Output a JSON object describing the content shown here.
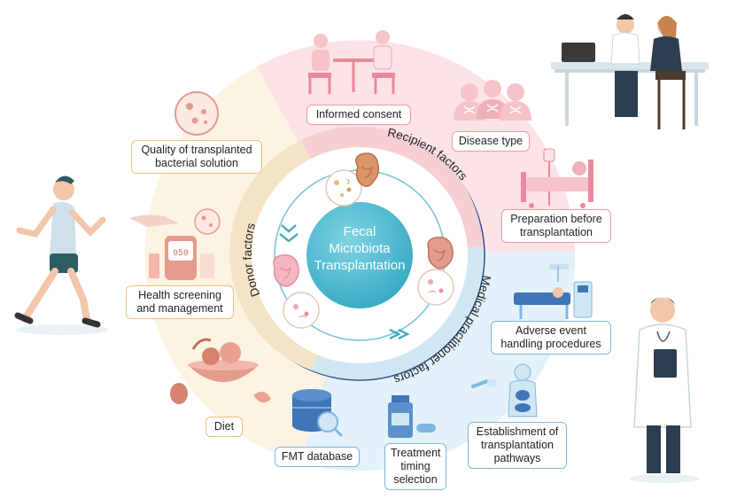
{
  "center": {
    "line1": "Fecal",
    "line2": "Microbiota",
    "line3": "Transplantation"
  },
  "ring_labels": {
    "donor": "Donor factors",
    "recipient": "Recipient factors",
    "practitioner": "Medical practitioner factors"
  },
  "labels": {
    "informed_consent": "Informed consent",
    "disease_type": "Disease type",
    "prep_line1": "Preparation before",
    "prep_line2": "transplantation",
    "quality_line1": "Quality of transplanted",
    "quality_line2": "bacterial solution",
    "health_line1": "Health screening",
    "health_line2": "and management",
    "diet": "Diet",
    "adverse_line1": "Adverse event",
    "adverse_line2": "handling procedures",
    "establish_line1": "Establishment of",
    "establish_line2": "transplantation",
    "establish_line3": "pathways",
    "fmt_database": "FMT database",
    "timing_line1": "Treatment",
    "timing_line2": "timing",
    "timing_line3": "selection"
  },
  "device_readout": "950",
  "colors": {
    "donor_orange": "#f0c07a",
    "recipient_pink": "#ee9aa3",
    "practitioner_blue": "#7fb6e0",
    "center_teal": "#45b6cc",
    "ring_navy": "#2f4f8f"
  },
  "icons": [
    "consultation-scene",
    "dna-group-icon",
    "hospital-bed-icon",
    "bacteria-dish-icon",
    "glucose-meter-icon",
    "food-bowl-icon",
    "runner-figure",
    "doctor-patient-scene",
    "doctor-figure",
    "mri-scanner-icon",
    "body-organs-icon",
    "database-icon",
    "medicine-bottle-icon",
    "intestine-icon"
  ]
}
